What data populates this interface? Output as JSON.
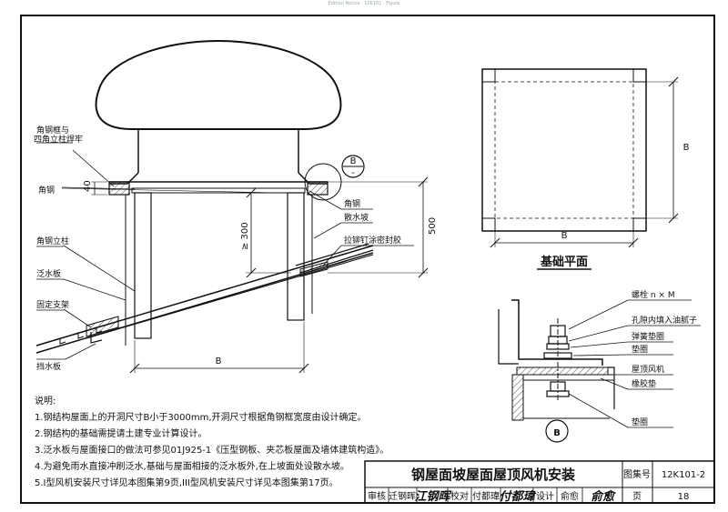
{
  "header_text": "Edition Notice · 12K101 ·  Figure",
  "elevation": {
    "labels": {
      "angle_frame": [
        "角钢框与",
        "四角立柱焊牢"
      ],
      "angle_steel_left": "角钢",
      "angle_post": "角钢立柱",
      "flashing": "泛水板",
      "fixed_bracket": "固定支架",
      "water_stop": "挡水板",
      "angle_steel_right": "角钢",
      "drip_slope": "散水坡",
      "rivet_seal": "拉铆钉涂密封胶"
    },
    "detail_marker": {
      "top": "B",
      "bottom": "-"
    },
    "dims": {
      "d40": "40",
      "d300": "≥ 300",
      "d500": "500",
      "dB": "B"
    }
  },
  "plan": {
    "title": "基础平面",
    "dims": {
      "width": "B",
      "height": "B"
    }
  },
  "detail": {
    "marker": "B",
    "labels": {
      "bolt": "螺栓  n × M",
      "putty": "孔隙内填入油腻子",
      "spring_washer": "弹簧垫圈",
      "washer_top": "垫圈",
      "roof_fan": "屋顶风机",
      "rubber_pad": "橡胶垫",
      "washer_bottom": "垫圈"
    }
  },
  "notes": {
    "heading": "说明:",
    "items": [
      "1.钢结构屋面上的开洞尺寸B小于3000mm,开洞尺寸根据角钢框宽度由设计确定。",
      "2.钢结构的基础需提请土建专业计算设计。",
      "3.泛水板与屋面接口的做法可参见01J925-1《压型钢板、夹芯板屋面及墙体建筑构造》。",
      "4.为避免雨水直接冲刷泛水,基础与屋面相接的泛水板外,在上坡面处设散水坡。",
      "5.I型风机安装尺寸详见本图集第9页,III型风机安装尺寸详见本图集第17页。"
    ]
  },
  "title_block": {
    "title": "钢屋面坡屋面屋顶风机安装",
    "atlas_label": "图集号",
    "atlas_no": "12K101-2",
    "review_label": "审核",
    "reviewer": "迁钢晖",
    "reviewer_sig": "江钢晖",
    "check_label": "校对",
    "checker": "付都瑋",
    "checker_sig": "付都瑋",
    "design_label": "设计",
    "designer": "俞愈",
    "designer_sig": "俞愈",
    "page_label": "页",
    "page_no": "18"
  }
}
